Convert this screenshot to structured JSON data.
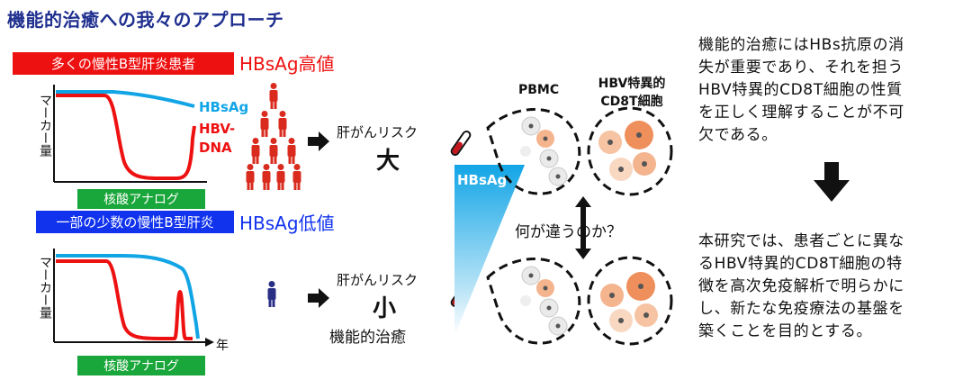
{
  "title": "機能的治癒への我々のアプローチ",
  "high_group": {
    "label": "多くの慢性B型肝炎患者",
    "level": "HBsAg高値"
  },
  "low_group": {
    "label": "一部の少数の慢性B型肝炎",
    "level": "HBsAg低値"
  },
  "chart": {
    "ylabel": "マーカー量",
    "xlabel": "年",
    "treatment": "核酸アナログ",
    "series_hbsag": "HBsAg",
    "series_hbv_line1": "HBV-",
    "series_hbv_line2": "DNA",
    "colors": {
      "hbsag": "#12a5e6",
      "hbv_dna": "#ee1111"
    }
  },
  "risk": {
    "label": "肝がんリスク",
    "high": "大",
    "low": "小",
    "outcome": "機能的治癒"
  },
  "cells": {
    "pbmc": "PBMC",
    "cd8_line1": "HBV特異的",
    "cd8_line2": "CD8T細胞",
    "wedge": "HBsAg",
    "question": "何が違うのか？"
  },
  "text": {
    "background": [
      "機能的治癒にはHBs抗原の消",
      "失が重要であり、それを担う",
      "HBV特異的CD8T細胞の性質",
      "を正しく理解することが不可",
      "欠である。"
    ],
    "aim": [
      "本研究では、患者ごとに異な",
      "るHBV特異的CD8T細胞の特",
      "徴を高次免疫解析で明らかに",
      "し、新たな免疫療法の基盤を",
      "築くことを目的とする。"
    ]
  }
}
